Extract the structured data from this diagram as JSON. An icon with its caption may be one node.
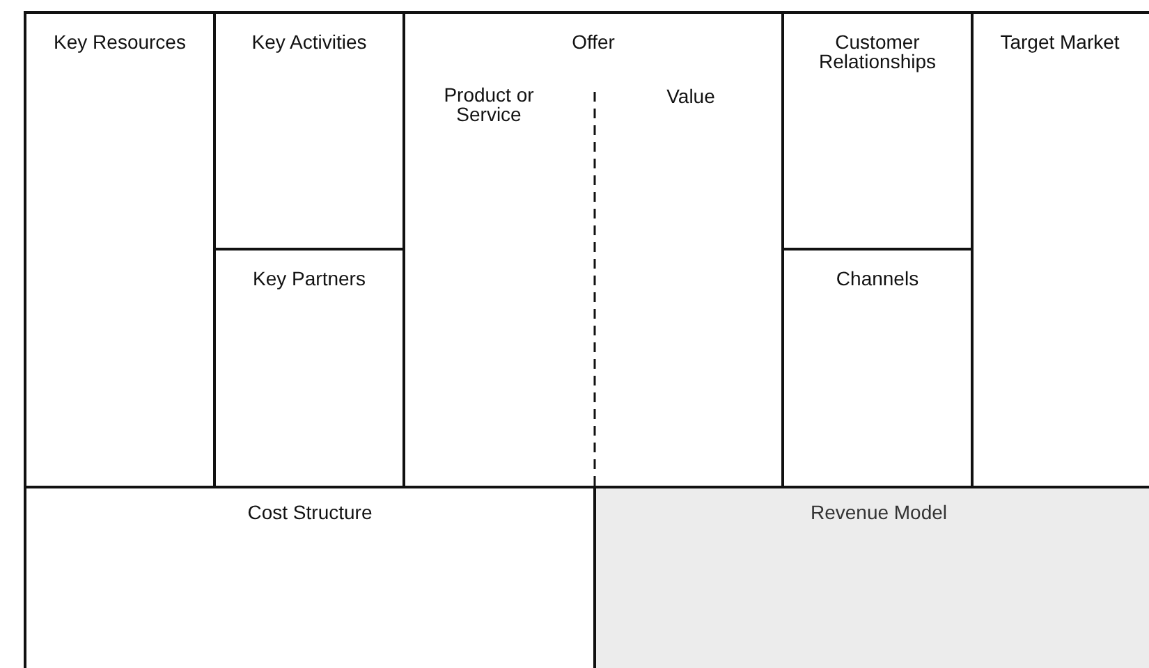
{
  "diagram": {
    "nodes": [
      {
        "text": [
          "Key Resources"
        ]
      },
      {
        "text": [
          "Key Activities"
        ]
      },
      {
        "text": [
          "Key Partners"
        ]
      },
      {
        "text": [
          "Offer",
          "Product or Service",
          "Value"
        ]
      },
      {
        "text": [
          "Customer Relationships"
        ]
      },
      {
        "text": [
          "Channels"
        ]
      },
      {
        "text": [
          "Target Market"
        ]
      },
      {
        "text": [
          "Cost Structure"
        ]
      },
      {
        "text": [
          "Revenue Model"
        ]
      }
    ]
  }
}
